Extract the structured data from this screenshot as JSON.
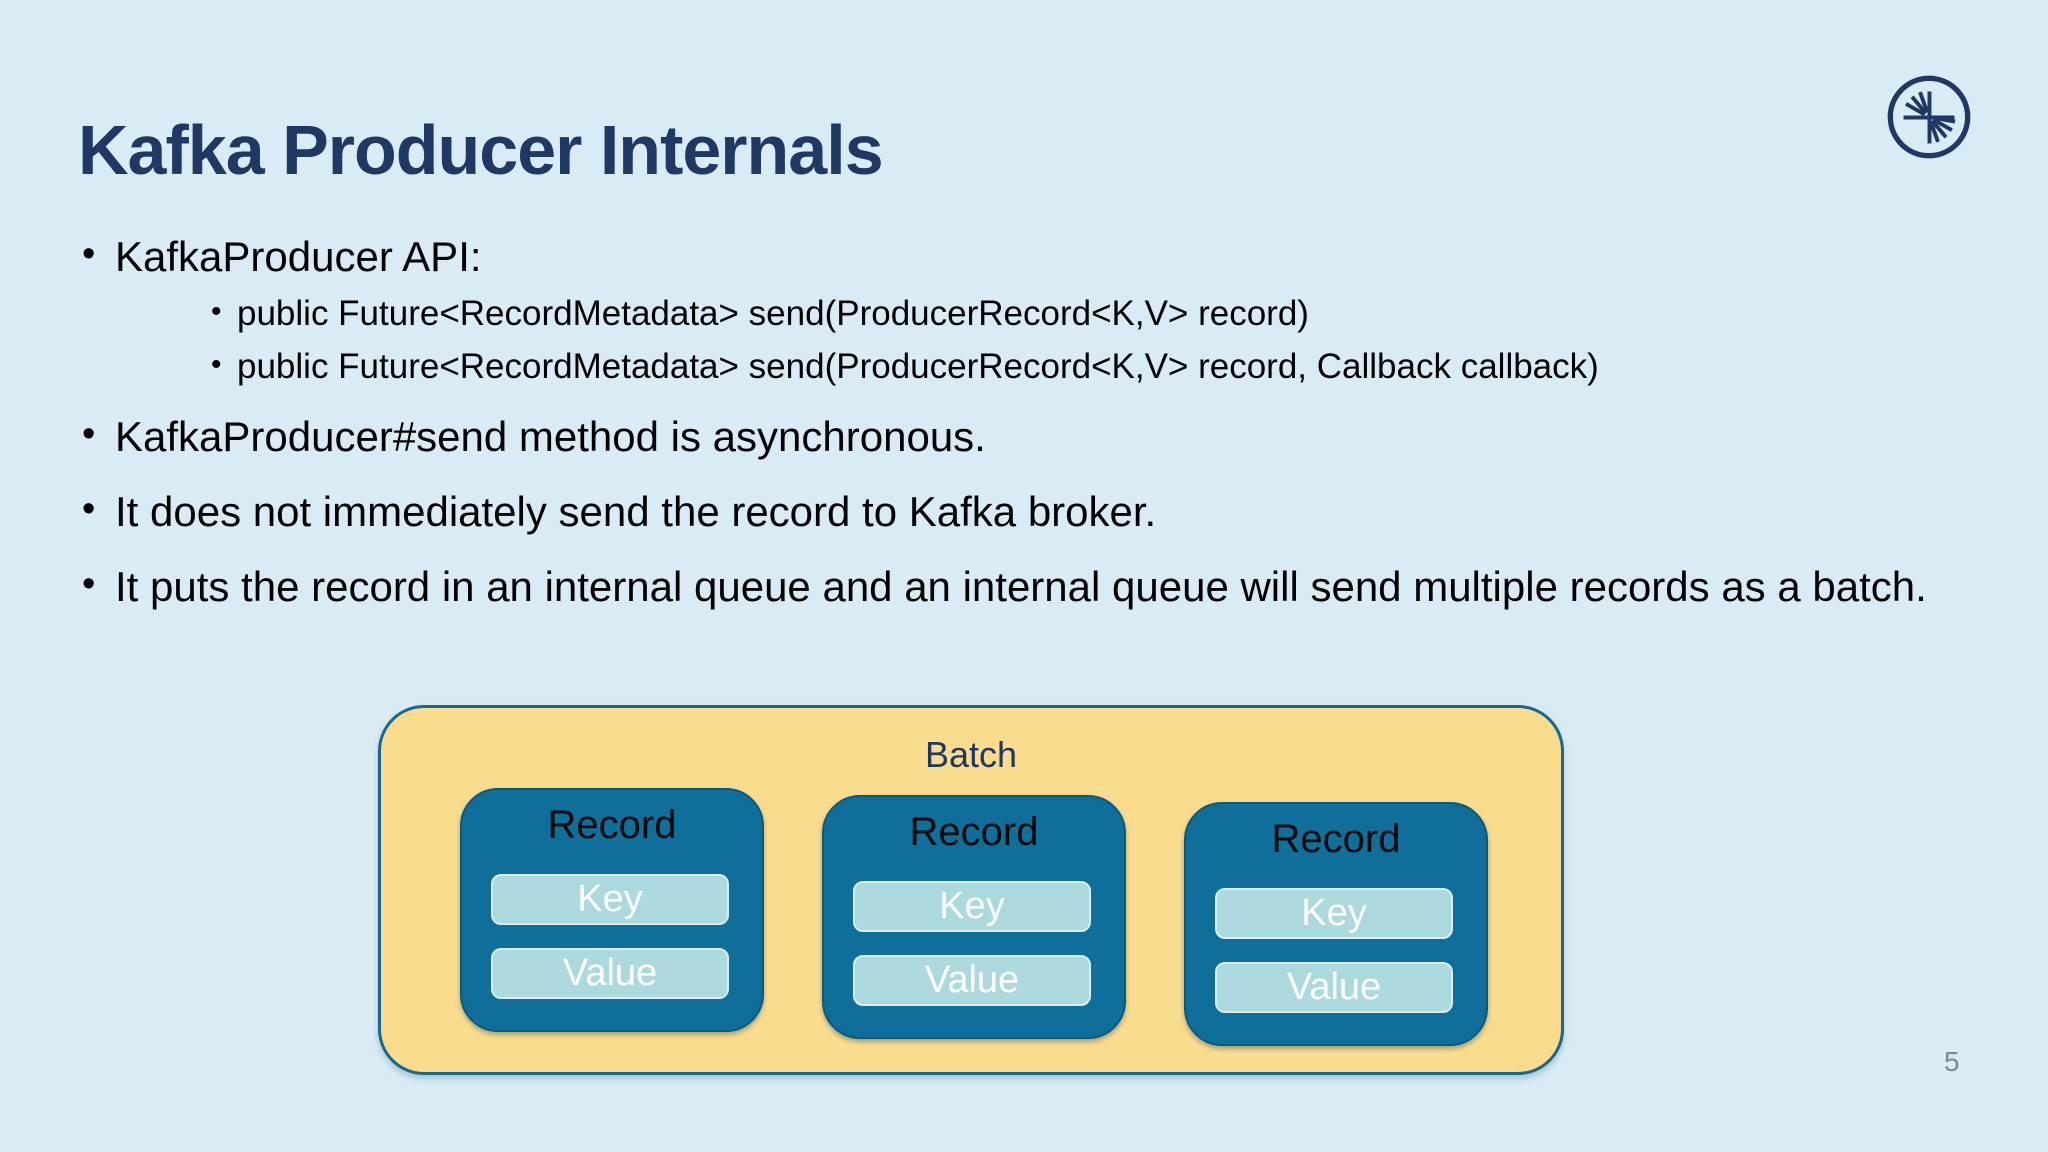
{
  "slide": {
    "title": "Kafka Producer Internals",
    "page_number": "5",
    "logo": "confluent-logo",
    "colors": {
      "background": "#d9ebf4",
      "title_navy": "#1f3864",
      "body_text": "#000000",
      "batch_fill": "#fadc8e",
      "batch_border": "#17688c",
      "record_fill": "#0f6f9a",
      "record_border": "#0a5a80",
      "field_fill": "#abd9dd",
      "field_text": "#ffffff",
      "page_number_gray": "#7d8a96"
    }
  },
  "bullets": [
    {
      "label": "KafkaProducer API:",
      "children": [
        "public Future<RecordMetadata> send(ProducerRecord<K,V> record)",
        "public Future<RecordMetadata> send(ProducerRecord<K,V> record, Callback callback)"
      ]
    },
    {
      "label": "KafkaProducer#send method is asynchronous."
    },
    {
      "label": "It does not immediately send the record to Kafka broker."
    },
    {
      "label": "It puts the record in an internal queue and an internal queue will send multiple records as a batch."
    }
  ],
  "diagram": {
    "batch_label": "Batch",
    "records": [
      {
        "title": "Record",
        "fields": [
          "Key",
          "Value"
        ]
      },
      {
        "title": "Record",
        "fields": [
          "Key",
          "Value"
        ]
      },
      {
        "title": "Record",
        "fields": [
          "Key",
          "Value"
        ]
      }
    ]
  }
}
